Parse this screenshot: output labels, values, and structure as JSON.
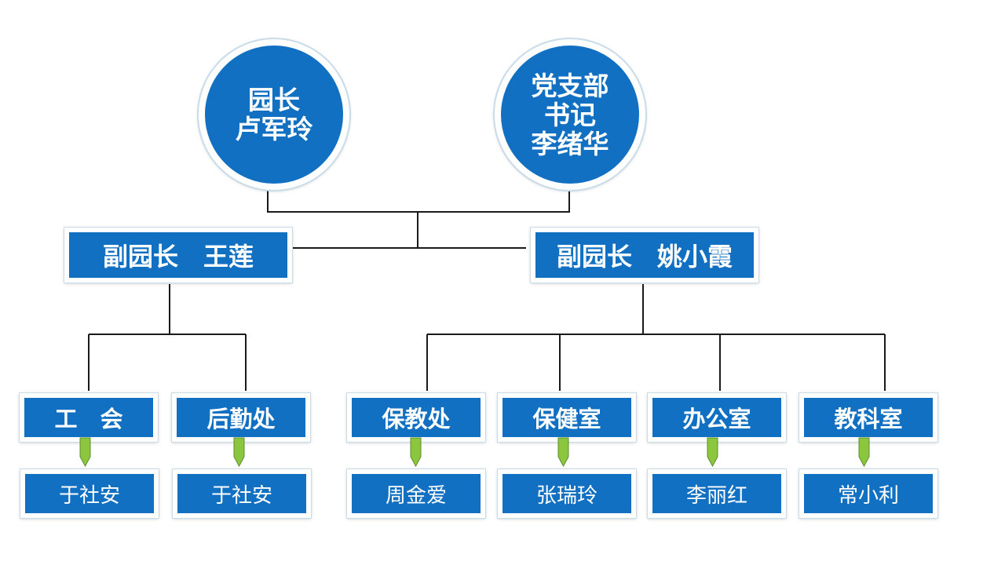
{
  "leaders": {
    "director": {
      "title": "园长",
      "name": "卢军玲"
    },
    "party": {
      "title_line1": "党支部",
      "title_line2": "书记",
      "name": "李绪华"
    }
  },
  "vice": [
    {
      "label": "副园长　王莲"
    },
    {
      "label": "副园长　姚小霞"
    }
  ],
  "departments": [
    {
      "name": "工　会",
      "head": "于社安"
    },
    {
      "name": "后勤处",
      "head": "于社安"
    },
    {
      "name": "保教处",
      "head": "周金爱"
    },
    {
      "name": "保健室",
      "head": "张瑞玲"
    },
    {
      "name": "办公室",
      "head": "李丽红"
    },
    {
      "name": "教科室",
      "head": "常小利"
    }
  ],
  "colors": {
    "box_fill": "#1270c3",
    "arrow_fill": "#8cc63f",
    "line": "#1a1a1a"
  }
}
